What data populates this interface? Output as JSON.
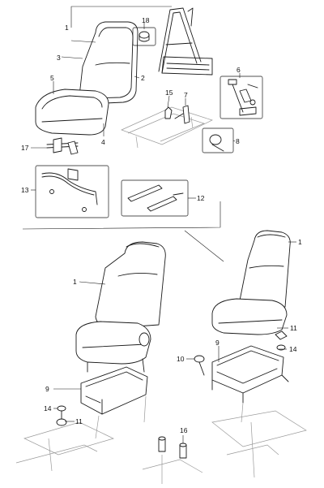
{
  "callouts": {
    "c1a": "1",
    "c3": "3",
    "c18": "18",
    "c2": "2",
    "c5": "5",
    "c15": "15",
    "c7": "7",
    "c6": "6",
    "c4": "4",
    "c8": "8",
    "c17": "17",
    "c13": "13",
    "c12": "12",
    "c1b": "1",
    "c1c": "1",
    "c11a": "11",
    "c14a": "14",
    "c10": "10",
    "c9a": "9",
    "c9b": "9",
    "c14b": "14",
    "c11b": "11",
    "c16": "16"
  }
}
